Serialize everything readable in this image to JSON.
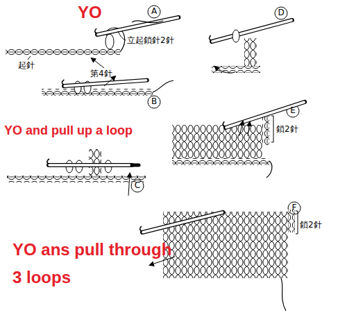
{
  "diagram": {
    "labels": [
      "YO",
      "A",
      "立起鎖針2針",
      "起針",
      "第4針",
      "D",
      "YO and pull up a loop",
      "B",
      "E",
      "鎖2針",
      "C",
      "YO ans pull through 3 loops",
      "F",
      "鎖2針"
    ]
  }
}
